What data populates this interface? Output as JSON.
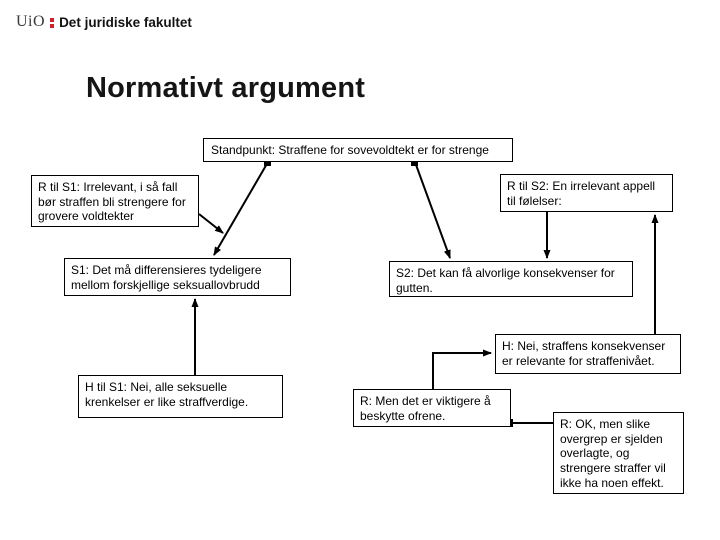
{
  "logo": {
    "institution": "UiO",
    "faculty": "Det juridiske fakultet"
  },
  "title": "Normativt argument",
  "diagram": {
    "nodes": {
      "standpunkt": "Standpunkt: Straffene for sovevoldtekt er for strenge",
      "r_til_s1": "R til S1: Irrelevant, i så fall bør straffen bli strengere for grovere voldtekter",
      "r_til_s2": "R til S2: En irrelevant appell til følelser:",
      "s1": "S1: Det må differensieres tydeligere mellom forskjellige seksuallovbrudd",
      "s2": "S2: Det kan få alvorlige konsekvenser for gutten.",
      "h": "H: Nei, straffens konsekvenser er relevante for straffenivået.",
      "h_til_s1": "H til S1: Nei, alle seksuelle krenkelser er like straffverdige.",
      "r_men": "R: Men det er viktigere å beskytte ofrene.",
      "r_ok": "R: OK, men slike overgrep er sjelden overlagte, og strengere straffer vil ikke ha noen effekt."
    },
    "edges": [
      {
        "from": "standpunkt",
        "to": "s1",
        "style": "square-at-source-arrow-at-target"
      },
      {
        "from": "standpunkt",
        "to": "s2",
        "style": "square-at-source-arrow-at-target"
      },
      {
        "from": "r_til_s1",
        "to": "standpunkt-s1-line",
        "style": "arrow-at-target"
      },
      {
        "from": "r_til_s2",
        "to": "s2",
        "style": "arrow-at-target"
      },
      {
        "from": "h",
        "to": "r_til_s2",
        "style": "arrow-at-target"
      },
      {
        "from": "h_til_s1",
        "to": "s1",
        "style": "arrow-at-target"
      },
      {
        "from": "r_men",
        "to": "h",
        "style": "elbow-arrow-at-target"
      },
      {
        "from": "r_ok",
        "to": "r_men",
        "style": "square-at-target"
      }
    ]
  },
  "colors": {
    "background": "#ffffff",
    "text": "#000000",
    "box_border": "#000000",
    "connector": "#000000",
    "logo_red": "#d0212e"
  }
}
